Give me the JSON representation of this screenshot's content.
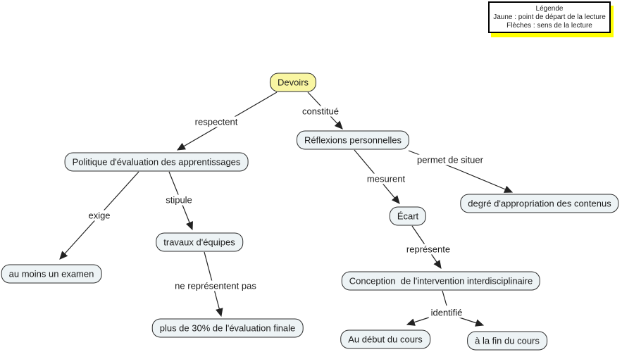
{
  "legend": {
    "title": "Légende",
    "lines": [
      "Jaune : point de départ de la lecture",
      "Flèches : sens de la lecture"
    ]
  },
  "nodes": {
    "devoirs": {
      "label": "Devoirs",
      "type": "start"
    },
    "politique": {
      "label": "Politique d'évaluation des apprentissages"
    },
    "reflexions": {
      "label": "Réflexions personnelles"
    },
    "degre_appropriation": {
      "label": "degré d'appropriation des contenus"
    },
    "ecart": {
      "label": "Écart"
    },
    "travaux_equipes": {
      "label": "travaux d'équipes"
    },
    "au_moins_un_examen": {
      "label": "au moins un examen"
    },
    "plus_de_30": {
      "label": "plus de 30% de l'évaluation finale"
    },
    "conception": {
      "label": "Conception  de l'intervention interdisciplinaire"
    },
    "au_debut_du_cours": {
      "label": "Au début du cours"
    },
    "a_la_fin_du_cours": {
      "label": "à la fin du cours"
    }
  },
  "edges": [
    {
      "from": "devoirs",
      "label": "respectent",
      "to": "politique"
    },
    {
      "from": "devoirs",
      "label": "constitué",
      "to": "reflexions"
    },
    {
      "from": "reflexions",
      "label": "mesurent",
      "to": "ecart"
    },
    {
      "from": "reflexions",
      "label": "permet de situer",
      "to": "degre_appropriation"
    },
    {
      "from": "politique",
      "label": "exige",
      "to": "au_moins_un_examen"
    },
    {
      "from": "politique",
      "label": "stipule",
      "to": "travaux_equipes"
    },
    {
      "from": "travaux_equipes",
      "label": "ne représentent pas",
      "to": "plus_de_30"
    },
    {
      "from": "ecart",
      "label": "représente",
      "to": "conception"
    },
    {
      "from": "conception",
      "label": "identifié",
      "to": "au_debut_du_cours"
    },
    {
      "from": "conception",
      "label": "identifié",
      "to": "a_la_fin_du_cours"
    }
  ],
  "colors": {
    "start_node_fill": "#f9f6a2",
    "node_fill": "#edf3f5",
    "node_border": "#2d2d2d",
    "edge_line": "#222222",
    "legend_shadow": "#ffff00"
  }
}
